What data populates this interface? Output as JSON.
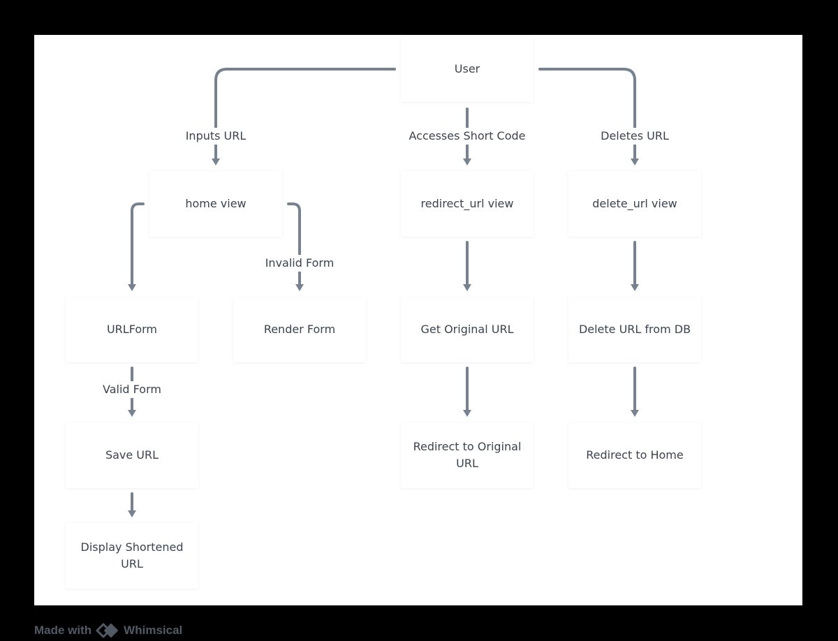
{
  "diagram": {
    "nodes": [
      {
        "id": "user",
        "label": "User"
      },
      {
        "id": "home_view",
        "label": "home view"
      },
      {
        "id": "redirect_url_view",
        "label": "redirect_url view"
      },
      {
        "id": "delete_url_view",
        "label": "delete_url view"
      },
      {
        "id": "urlform",
        "label": "URLForm"
      },
      {
        "id": "render_form",
        "label": "Render Form"
      },
      {
        "id": "get_original_url",
        "label": "Get Original URL"
      },
      {
        "id": "delete_url_from_db",
        "label": "Delete URL from DB"
      },
      {
        "id": "save_url",
        "label": "Save URL"
      },
      {
        "id": "redirect_to_original_url",
        "label": "Redirect to Original URL"
      },
      {
        "id": "redirect_to_home",
        "label": "Redirect to Home"
      },
      {
        "id": "display_shortened_url",
        "label": "Display Shortened URL"
      }
    ],
    "edges": [
      {
        "from": "user",
        "to": "home_view",
        "label": "Inputs URL"
      },
      {
        "from": "user",
        "to": "redirect_url_view",
        "label": "Accesses Short Code"
      },
      {
        "from": "user",
        "to": "delete_url_view",
        "label": "Deletes URL"
      },
      {
        "from": "home_view",
        "to": "urlform",
        "label": ""
      },
      {
        "from": "home_view",
        "to": "render_form",
        "label": "Invalid Form"
      },
      {
        "from": "urlform",
        "to": "save_url",
        "label": "Valid Form"
      },
      {
        "from": "save_url",
        "to": "display_shortened_url",
        "label": ""
      },
      {
        "from": "redirect_url_view",
        "to": "get_original_url",
        "label": ""
      },
      {
        "from": "get_original_url",
        "to": "redirect_to_original_url",
        "label": ""
      },
      {
        "from": "delete_url_view",
        "to": "delete_url_from_db",
        "label": ""
      },
      {
        "from": "delete_url_from_db",
        "to": "redirect_to_home",
        "label": ""
      }
    ]
  },
  "footer": {
    "prefix": "Made with",
    "brand": "Whimsical"
  },
  "colors": {
    "connector": "#76828f",
    "text": "#3a4350",
    "frame": "#000000",
    "canvas": "#ffffff"
  },
  "icons": {
    "footer_logo": "whimsical-logo-icon"
  }
}
